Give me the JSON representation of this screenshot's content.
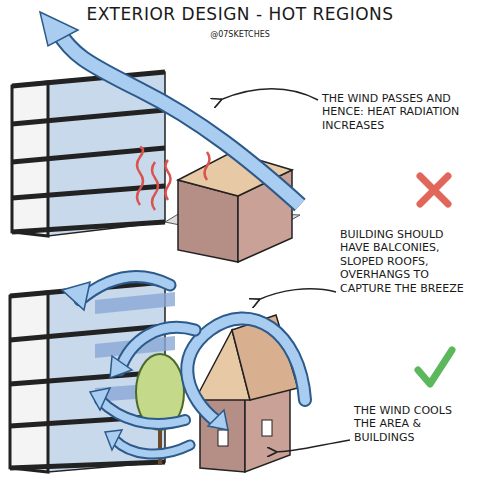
{
  "diagram": {
    "title": "EXTERIOR DESIGN - HOT REGIONS",
    "labels": [
      "@07SKETCHES",
      "THE WIND PASSES AND HENCE: HEAT RADIATION INCREASES",
      "BUILDING SHOULD HAVE BALCONIES, SLOPED ROOFS, OVERHANGS TO CAPTURE THE BREEZE",
      "THE WIND COOLS THE AREA & BUILDINGS"
    ]
  }
}
